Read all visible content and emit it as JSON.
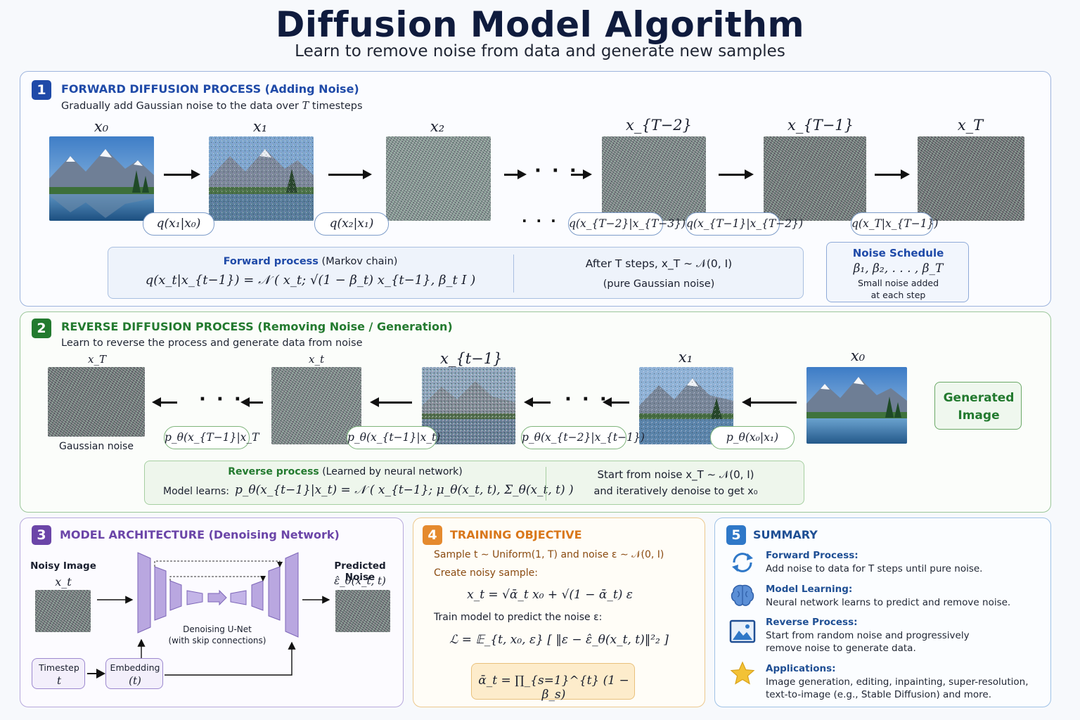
{
  "header": {
    "title": "Diffusion Model Algorithm",
    "subtitle": "Learn to remove noise from data and generate new samples"
  },
  "forward": {
    "number": "1",
    "title": "FORWARD DIFFUSION PROCESS (Adding Noise)",
    "subtitle_pre": "Gradually add Gaussian noise to the data over",
    "subtitle_var": "T",
    "subtitle_post": "timesteps",
    "image_labels": [
      "x₀",
      "x₁",
      "x₂",
      "x_{T−2}",
      "x_{T−1}",
      "x_T"
    ],
    "dots_mid": "· · ·",
    "dots_low": "· · ·",
    "conditionals": [
      "q(x₁|x₀)",
      "q(x₂|x₁)",
      "q(x_{T−2}|x_{T−3})",
      "q(x_{T−1}|x_{T−2})",
      "q(x_T|x_{T−1})"
    ],
    "markov_label_bold": "Forward process",
    "markov_label_rest": "(Markov chain)",
    "markov_formula": "q(x_t|x_{t−1}) = 𝒩 ( x_t; √(1 − β_t) x_{t−1}, β_t I )",
    "after_text": "After T steps,  x_T ∼ 𝒩(0, I)",
    "after_sub": "(pure Gaussian noise)",
    "schedule_title": "Noise Schedule",
    "schedule_formula": "β₁, β₂, . . . , β_T",
    "schedule_text_1": "Small noise added",
    "schedule_text_2": "at each step"
  },
  "reverse": {
    "number": "2",
    "title": "REVERSE DIFFUSION PROCESS (Removing Noise / Generation)",
    "subtitle": "Learn to reverse the process and generate data from noise",
    "image_labels": [
      "x_T",
      "x_t",
      "x_{t−1}",
      "x₁",
      "x₀"
    ],
    "caption_noise": "Gaussian noise",
    "dots_1": "· · ·",
    "dots_2": "· · ·",
    "conditionals": [
      "p_θ(x_{T−1}|x_T",
      "p_θ(x_{t−1}|x_t)",
      "p_θ(x_{t−2}|x_{t−1})",
      "p_θ(x₀|x₁)"
    ],
    "generated_1": "Generated",
    "generated_2": "Image",
    "process_label_bold": "Reverse process",
    "process_label_rest": "(Learned by neural network)",
    "model_learns": "Model learns:",
    "model_formula": "p_θ(x_{t−1}|x_t) = 𝒩 ( x_{t−1}; μ_θ(x_t, t), Σ_θ(x_t, t) )",
    "start_text": "Start from noise  x_T ∼ 𝒩(0, I)",
    "start_sub": "and iteratively denoise to get x₀"
  },
  "architecture": {
    "number": "3",
    "title": "MODEL ARCHITECTURE  (Denoising Network)",
    "noisy_label": "Noisy Image",
    "noisy_var": "x_t",
    "predicted_label": "Predicted Noise",
    "predicted_var": "ε̂_θ(x_t, t)",
    "unet_label_1": "Denoising U-Net",
    "unet_label_2": "(with skip connections)",
    "timestep_label": "Timestep",
    "timestep_var": "t",
    "embedding_label": "Embedding",
    "embedding_var": "(t)"
  },
  "training": {
    "number": "4",
    "title": "TRAINING OBJECTIVE",
    "line1": "Sample  t ∼ Uniform(1, T)  and noise  ε ∼ 𝒩(0, I)",
    "line2": "Create noisy sample:",
    "formula1": "x_t = √ᾱ_t x₀ + √(1 − ᾱ_t) ε",
    "line3": "Train model to predict the noise  ε:",
    "formula2": "ℒ = 𝔼_{t, x₀, ε} [ ‖ε − ε̂_θ(x_t, t)‖²₂ ]",
    "formula3": "ᾱ_t = ∏_{s=1}^{t} (1 − β_s)"
  },
  "summary": {
    "number": "5",
    "title": "SUMMARY",
    "items": [
      {
        "title": "Forward Process:",
        "text1": "Add noise to data for T steps until pure noise.",
        "text2": ""
      },
      {
        "title": "Model Learning:",
        "text1": "Neural network learns to predict and remove noise.",
        "text2": ""
      },
      {
        "title": "Reverse Process:",
        "text1": "Start from random noise and progressively",
        "text2": "remove noise to generate data."
      },
      {
        "title": "Applications:",
        "text1": "Image generation, editing, inpainting, super-resolution,",
        "text2": "text-to-image (e.g., Stable Diffusion) and more."
      }
    ]
  },
  "colors": {
    "forward_accent": "#1f4aa8",
    "reverse_accent": "#237a2f",
    "arch_accent": "#6b45a8",
    "train_accent": "#d9771b",
    "summary_accent": "#2f78c8"
  }
}
